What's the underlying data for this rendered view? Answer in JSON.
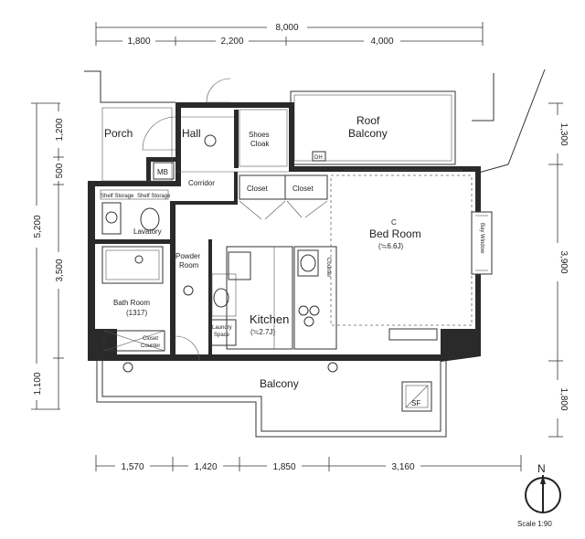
{
  "rooms": {
    "porch": "Porch",
    "hall": "Hall",
    "mb": "MB",
    "shoes_cloak_1": "Shoes",
    "shoes_cloak_2": "Cloak",
    "corridor": "Corridor",
    "closet_1": "Closet",
    "closet_2": "Closet",
    "roof_balcony_1": "Roof",
    "roof_balcony_2": "Balcony",
    "dh": "DH",
    "bed_room": "Bed Room",
    "bed_room_area": "(≒6.6J)",
    "bay_window": "Bay Window",
    "lavatory": "Lavatory",
    "powder_room_1": "Powder",
    "powder_room_2": "Room",
    "bath_room": "Bath Room",
    "bath_room_size": "(1317)",
    "kitchen": "Kitchen",
    "kitchen_area": "(≒2.7J)",
    "counter": "Counter",
    "laundry_space_1": "Laundry",
    "laundry_space_2": "Space",
    "closet_counter_1": "Closet",
    "closet_counter_2": "Counter",
    "balcony": "Balcony",
    "shelf_1": "Shelf Storage",
    "shelf_2": "Shelf Storage",
    "sf": "SF",
    "c_mark": "C"
  },
  "dimensions": {
    "top_total": "8,000",
    "top": [
      "1,800",
      "2,200",
      "4,000"
    ],
    "bottom": [
      "1,570",
      "1,420",
      "1,850",
      "3,160"
    ],
    "left_total": "5,200",
    "left": [
      "1,200",
      "500",
      "3,500",
      "1,100"
    ],
    "right": [
      "1,300",
      "3,900",
      "1,800"
    ]
  },
  "compass": {
    "north": "N",
    "scale": "Scale 1:90"
  }
}
